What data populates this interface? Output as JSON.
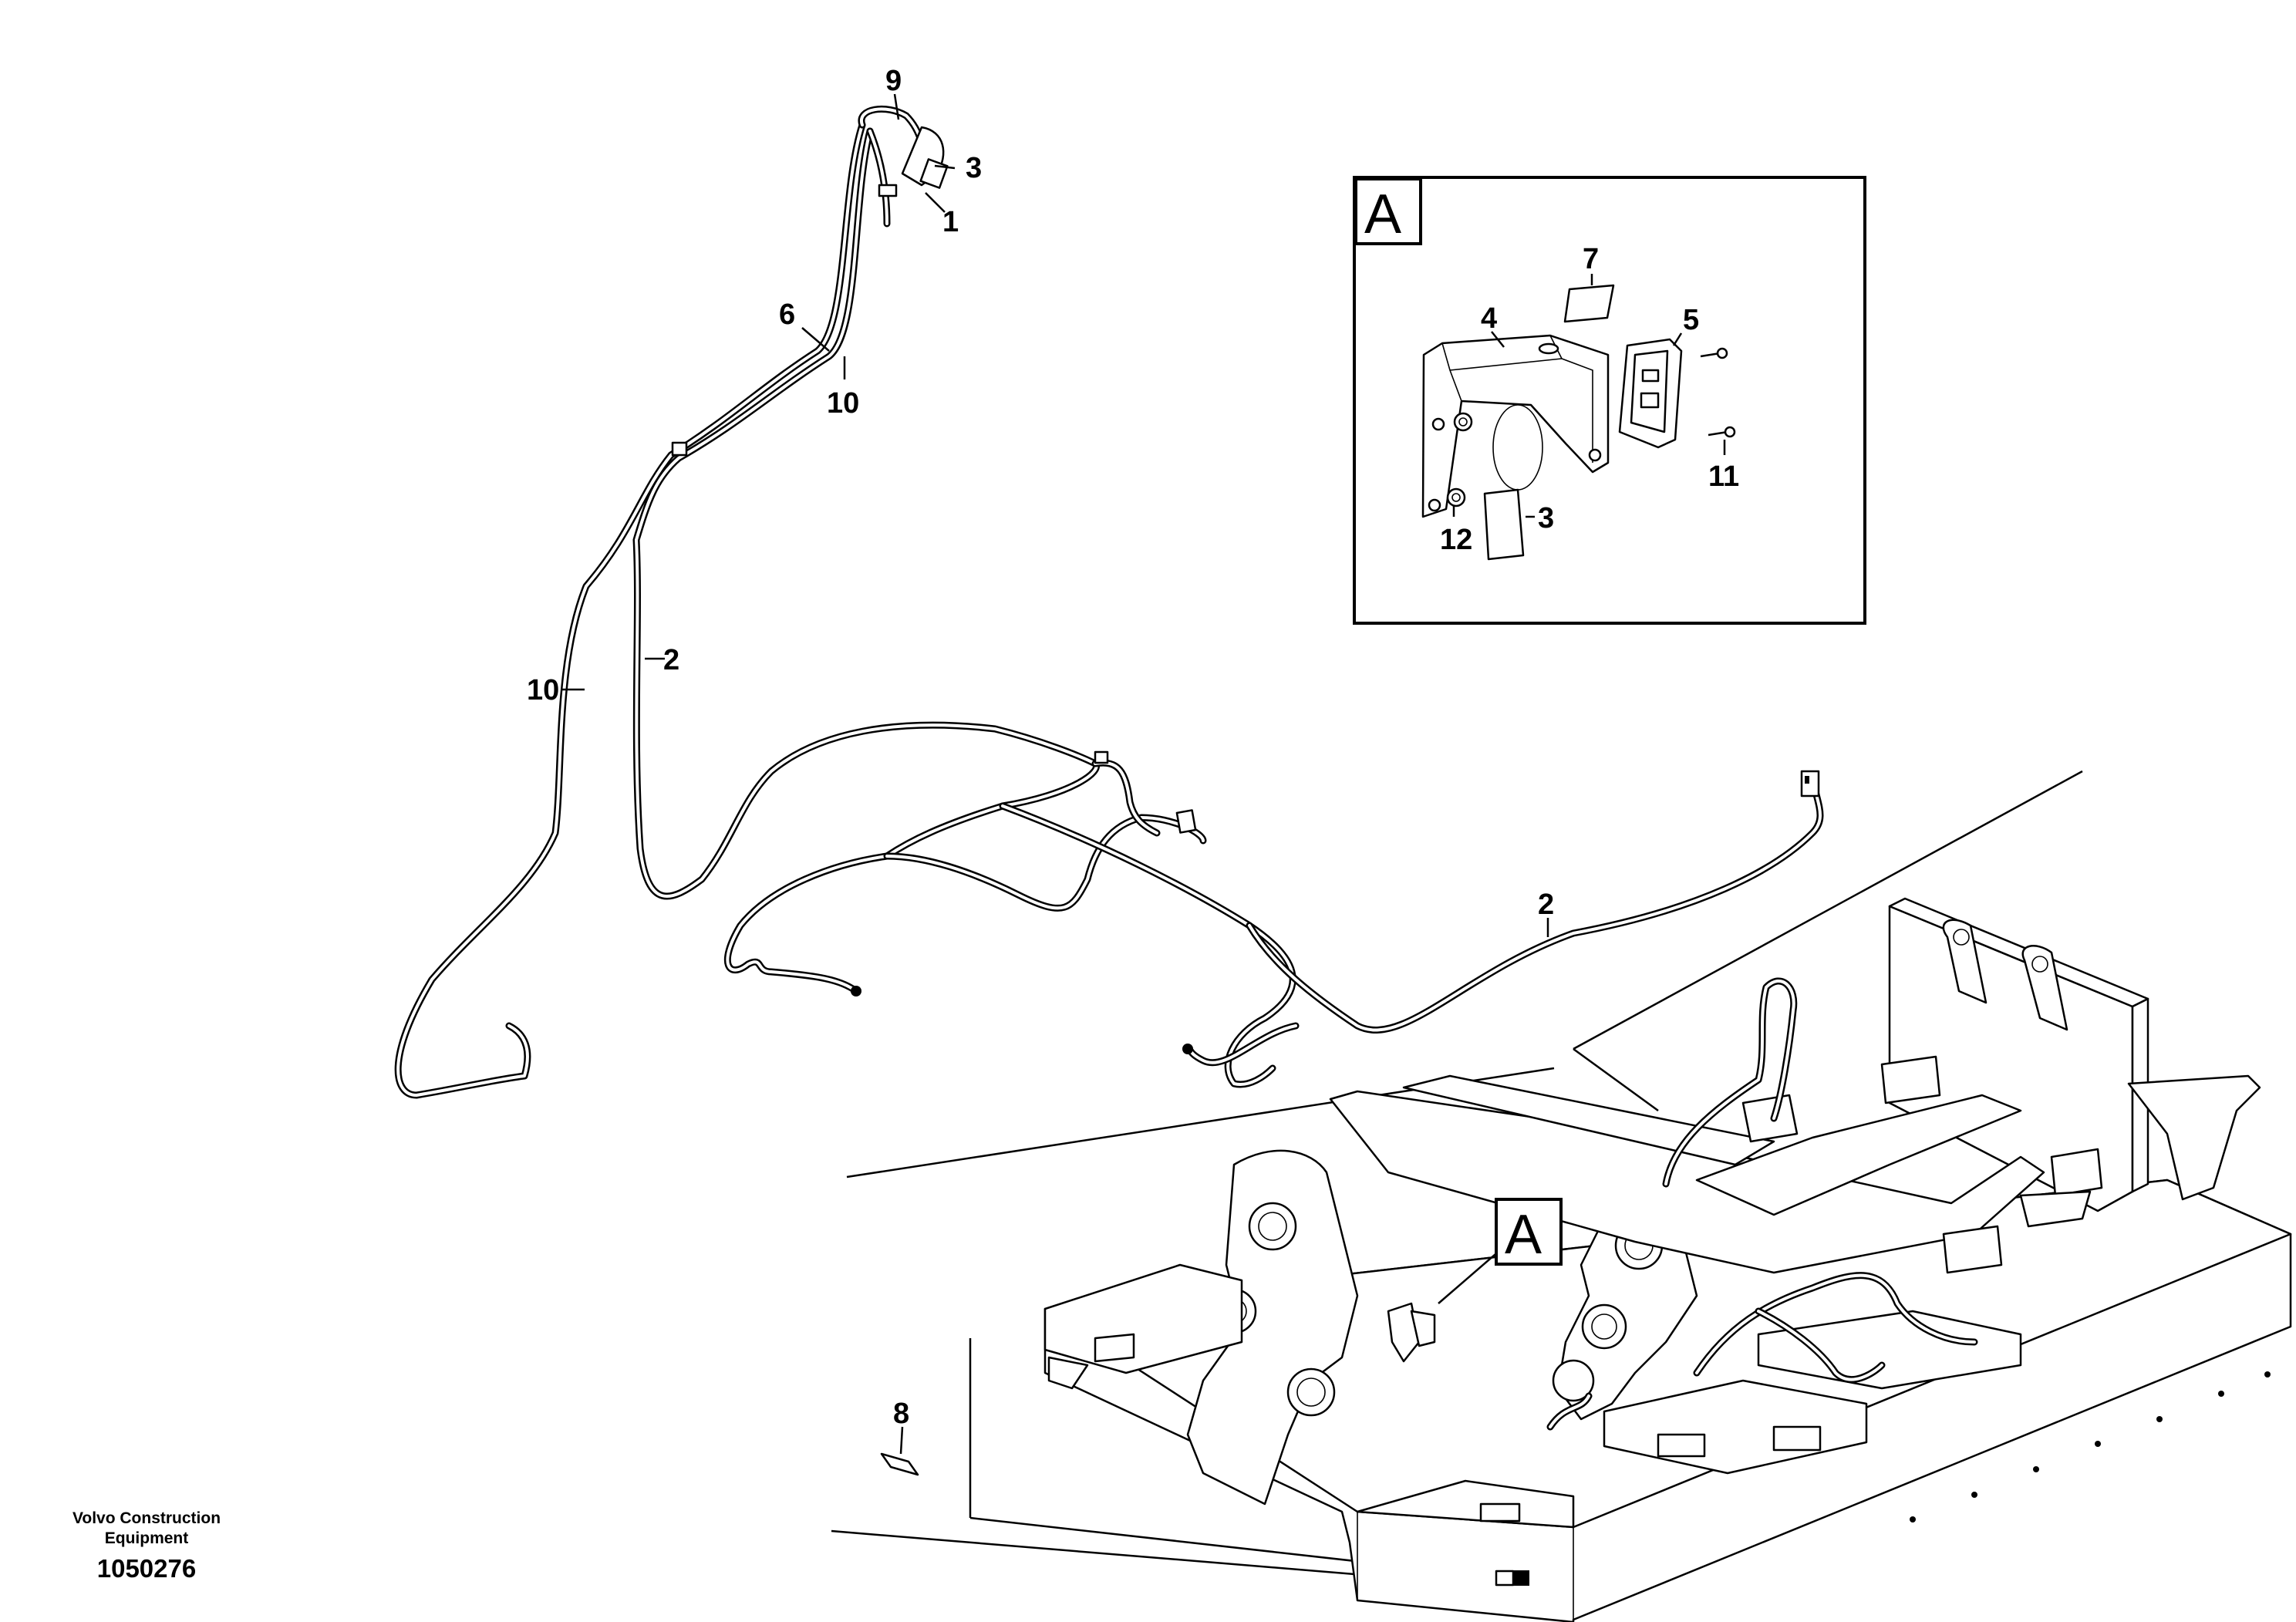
{
  "detail": {
    "label": "A"
  },
  "callouts": {
    "c9": "9",
    "c3_top": "3",
    "c1": "1",
    "c6": "6",
    "c10_upper": "10",
    "c10_lower": "10",
    "c2_left": "2",
    "c2_right": "2",
    "c7": "7",
    "c4": "4",
    "c5": "5",
    "c11": "11",
    "c12": "12",
    "c3_detail": "3",
    "c8": "8"
  },
  "footer": {
    "maker_line1": "Volvo Construction",
    "maker_line2": "Equipment",
    "document_number": "1050276"
  }
}
